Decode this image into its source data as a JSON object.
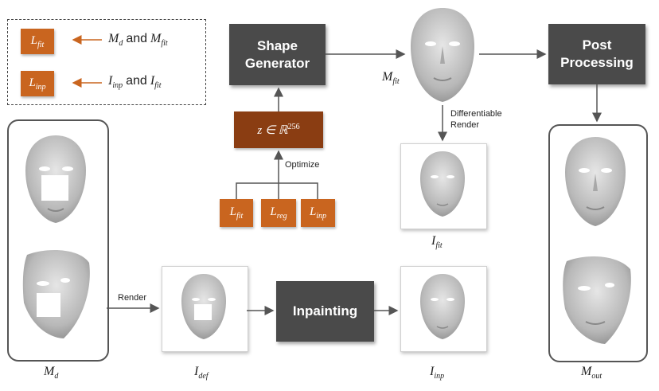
{
  "legend": {
    "items": [
      {
        "symbol": "L_fit",
        "text": "M_d and M_fit"
      },
      {
        "symbol": "L_inp",
        "text": "I_inp and I_fit"
      }
    ]
  },
  "blocks": {
    "shape_generator": "Shape\nGenerator",
    "post_processing": "Post\nProcessing",
    "inpainting": "Inpainting",
    "latent": "z ∈ ℝ^256"
  },
  "losses": [
    "L_fit",
    "L_reg",
    "L_inp"
  ],
  "arrow_labels": {
    "optimize": "Optimize",
    "differentiable_render": "Differentiable\nRender",
    "render": "Render"
  },
  "captions": {
    "m_d": "M_d",
    "m_fit": "M_fit",
    "i_fit": "I_fit",
    "i_def": "I_def",
    "i_inp": "I_inp",
    "m_out": "M_out"
  },
  "colors": {
    "dark_block": "#4a4a4a",
    "loss_orange": "#c9651f",
    "latent_brown": "#8a3d12",
    "face_gray": "#b8b8b8"
  }
}
